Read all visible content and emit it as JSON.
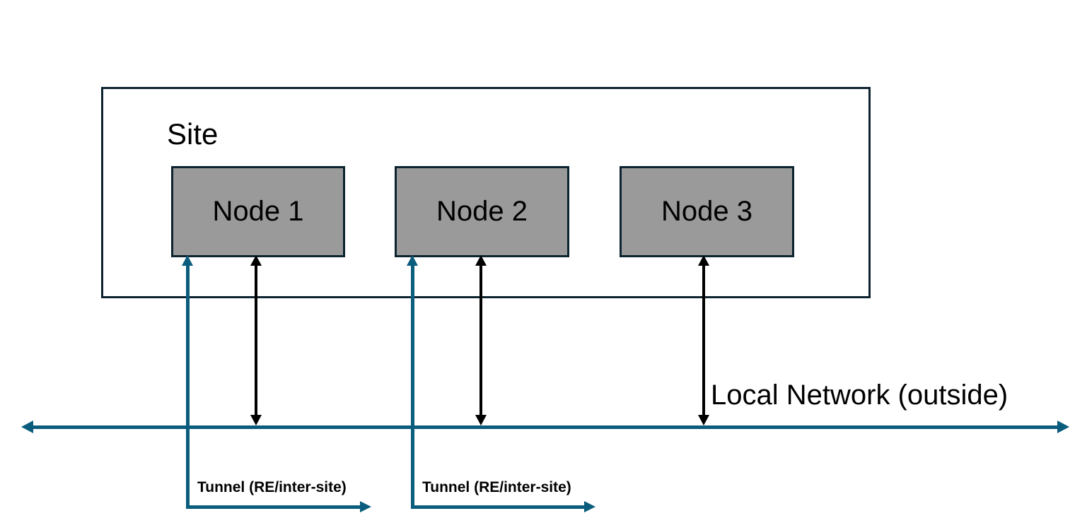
{
  "site": {
    "label": "Site"
  },
  "nodes": [
    {
      "label": "Node 1"
    },
    {
      "label": "Node 2"
    },
    {
      "label": "Node 3"
    }
  ],
  "network": {
    "label": "Local Network (outside)"
  },
  "tunnels": [
    {
      "label": "Tunnel (RE/inter-site)"
    },
    {
      "label": "Tunnel (RE/inter-site)"
    }
  ],
  "colors": {
    "teal": "#0b5d7d",
    "border-dark": "#0d2430",
    "node-fill": "#9a9a9a",
    "arrow-black": "#000000"
  }
}
